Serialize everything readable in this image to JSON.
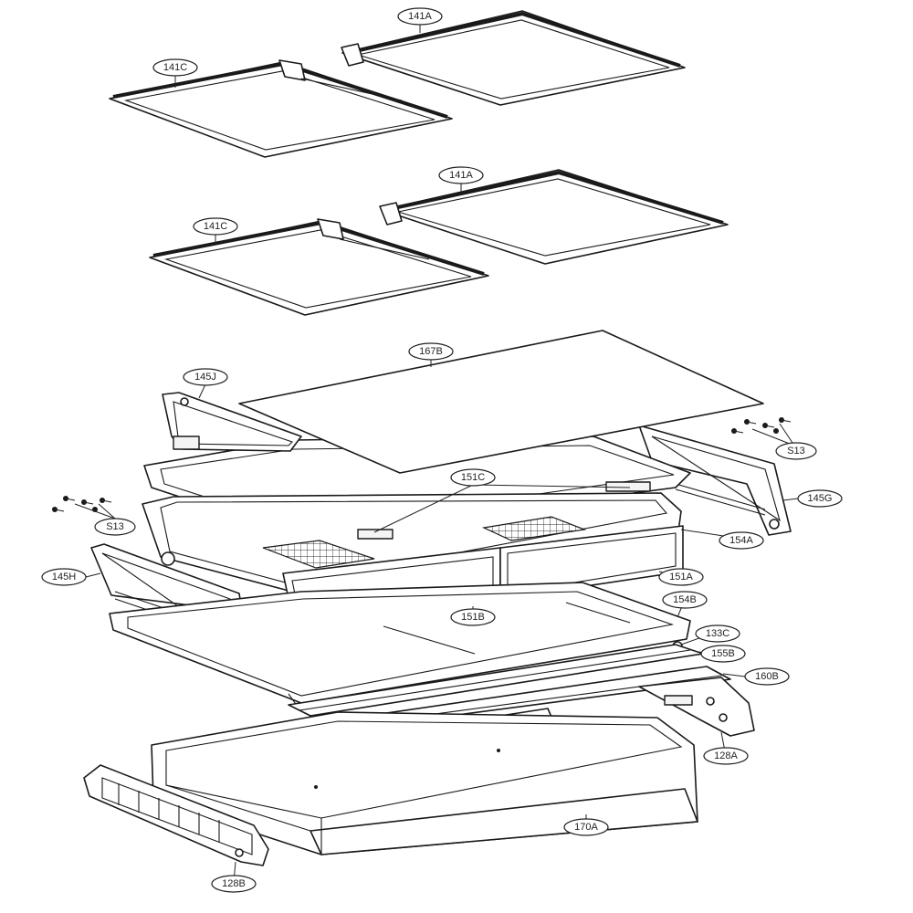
{
  "callouts": {
    "c141a_top": "141A",
    "c141c_top": "141C",
    "c141a_mid": "141A",
    "c141c_mid": "141C",
    "c167b": "167B",
    "c145j": "145J",
    "c513_right": "S13",
    "c145g": "145G",
    "c151c": "151C",
    "c513_left": "S13",
    "c154a": "154A",
    "c145h": "145H",
    "c151a": "151A",
    "c154b": "154B",
    "c151b": "151B",
    "c133c": "133C",
    "c155b": "155B",
    "c160b": "160B",
    "c128a": "128A",
    "c170a": "170A",
    "c128b": "128B"
  }
}
